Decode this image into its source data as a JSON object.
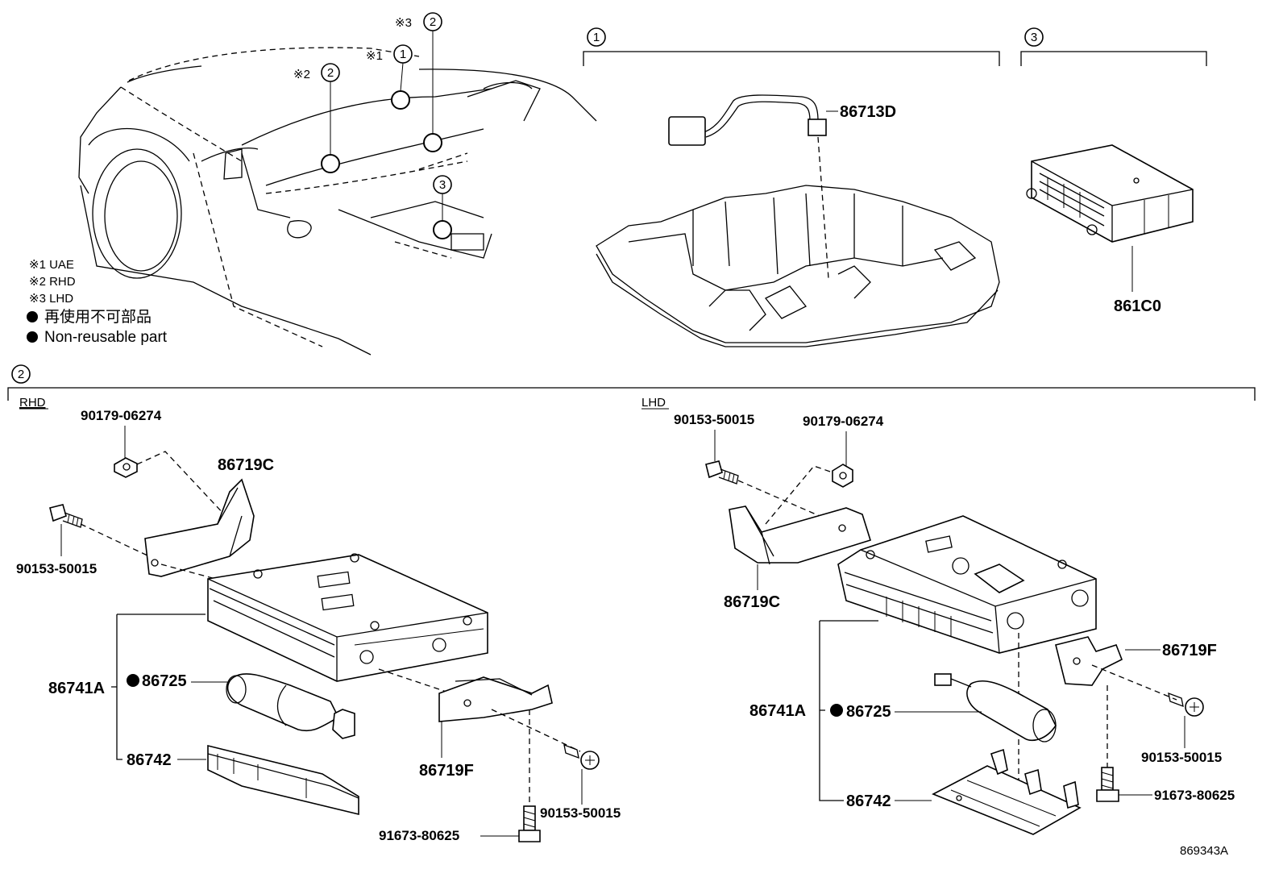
{
  "notes": {
    "uae": "※1 UAE",
    "rhd": "※2 RHD",
    "lhd": "※3 LHD",
    "non_reusable_jp": "再使用不可部品",
    "non_reusable_en": "Non-reusable part"
  },
  "callouts": {
    "c1": "1",
    "c2": "2",
    "c3": "3",
    "m1": "※1",
    "m2": "※2",
    "m3": "※3"
  },
  "sections": {
    "rhd": "RHD",
    "lhd": "LHD"
  },
  "parts": {
    "harness": "86713D",
    "module": "861C0",
    "clip_rhd": "90179-06274",
    "clip_lhd": "90179-06274",
    "bracket_c": "86719C",
    "bracket_c_lhd": "86719C",
    "bolt_rhd_left": "90153-50015",
    "bolt_rhd_right": "90153-50015",
    "bolt_lhd_top": "90153-50015",
    "bolt_lhd_right": "90153-50015",
    "unit_rhd": "86741A",
    "unit_lhd": "86741A",
    "battery_rhd": "86725",
    "battery_lhd": "86725",
    "cover_rhd": "86742",
    "cover_lhd": "86742",
    "bracket_f_rhd": "86719F",
    "bracket_f_lhd": "86719F",
    "screw_rhd": "91673-80625",
    "screw_lhd": "91673-80625",
    "drawing_id": "869343A"
  }
}
